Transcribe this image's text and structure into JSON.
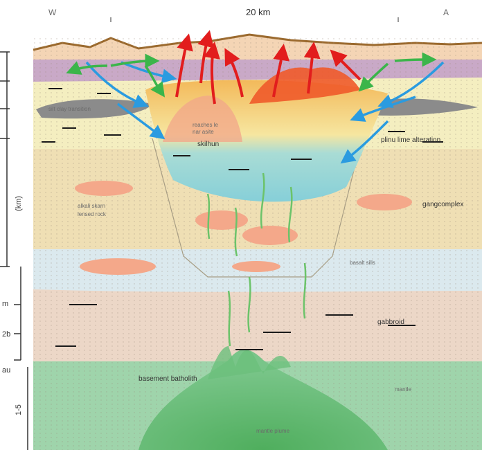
{
  "header": {
    "left_marker": "W",
    "right_marker": "A",
    "scale_label": "20 km"
  },
  "depth_axis": {
    "main_label": "(km)",
    "tick_labels": [
      "m",
      "2b",
      "au",
      "1-5"
    ]
  },
  "labels": {
    "central_core": "skilhun",
    "core_upper_text": [
      "reaches le",
      "nar asite"
    ],
    "lower_intrusion": "basement batholith",
    "pyroclastic_mass": "gabbroid",
    "right_complex": "gangcomplex",
    "right_upper_unit": "plinu lime alteration",
    "right_middle_unit": "basalt sills",
    "left_upper_unit": "silt clay transition",
    "left_lens_text": [
      "alkali skarn",
      "lensed rock"
    ],
    "bottom_core": "mantle plume",
    "bottom_right": "mantle"
  },
  "arrows": {
    "red_color": "#e21d1d",
    "blue_color": "#2a9be0",
    "green_color": "#3bb54a"
  },
  "colors": {
    "sky": "#ffffff",
    "surface": "#f4d5b5",
    "purple_layer": "#c9a9c7",
    "yellow_layer": "#f4eec0",
    "tan_layer": "#efdfb4",
    "pale_blue": "#dbe9ee",
    "pink_beige": "#ecd7c7",
    "green_base": "#86c998",
    "dark_green": "#5dba6c",
    "cyan_core": "#8fd4d9",
    "salmon": "#f4a88a",
    "orange_red": "#ef5a2a",
    "gray_lens": "#8b8b8b"
  }
}
